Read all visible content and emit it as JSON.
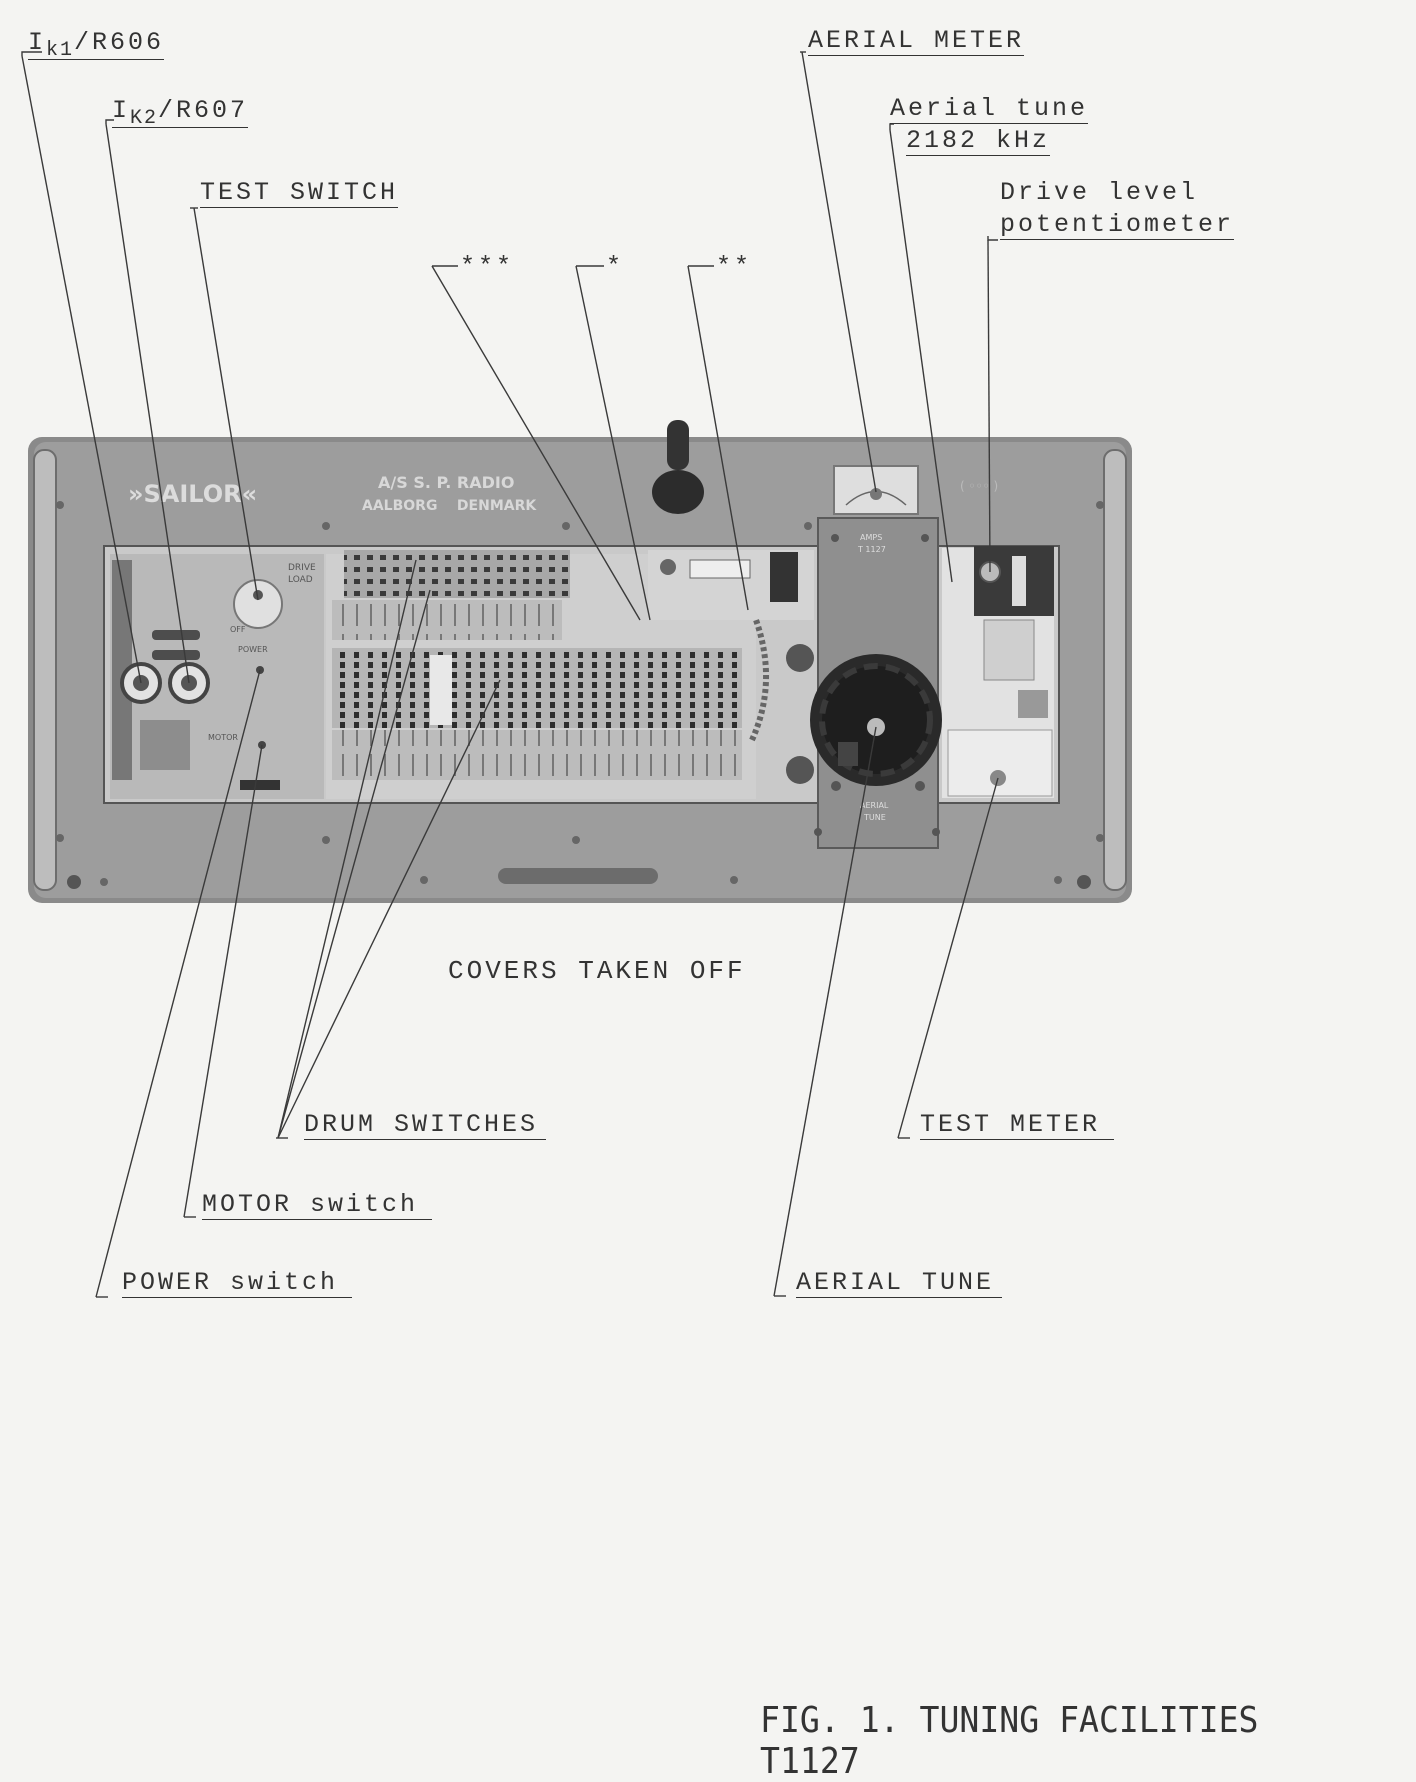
{
  "callouts": {
    "ik1": {
      "main": "I",
      "sub": "k1",
      "tail": "/R606"
    },
    "ik2": {
      "main": "I",
      "sub": "K2",
      "tail": "/R607"
    },
    "test_switch": "TEST SWITCH",
    "star3": "***",
    "star1": "*",
    "star2": "**",
    "aerial_meter": "AERIAL METER",
    "aerial_tune_2182_line1": "Aerial tune",
    "aerial_tune_2182_line2": "2182 kHz",
    "drive_level_line1": "Drive level",
    "drive_level_line2": "potentiometer",
    "drum_switches": "DRUM SWITCHES",
    "motor_switch": "MOTOR switch",
    "power_switch": "POWER switch",
    "test_meter": "TEST METER",
    "aerial_tune": "AERIAL TUNE"
  },
  "photo": {
    "brand": "»SAILOR«",
    "maker_line1": "A/S S. P. RADIO",
    "maker_line2": "AALBORG    DENMARK",
    "panel_text_amps": "AMPS",
    "panel_text_model": "T 1127",
    "panel_text_aerial": "AERIAL",
    "panel_text_tune": "TUNE",
    "panel_text_drive": "DRIVE",
    "panel_text_load": "LOAD",
    "panel_text_power": "POWER",
    "panel_text_motor": "MOTOR",
    "panel_text_off": "OFF"
  },
  "caption": "COVERS TAKEN OFF",
  "figure_title": "FIG. 1. TUNING FACILITIES T1127"
}
